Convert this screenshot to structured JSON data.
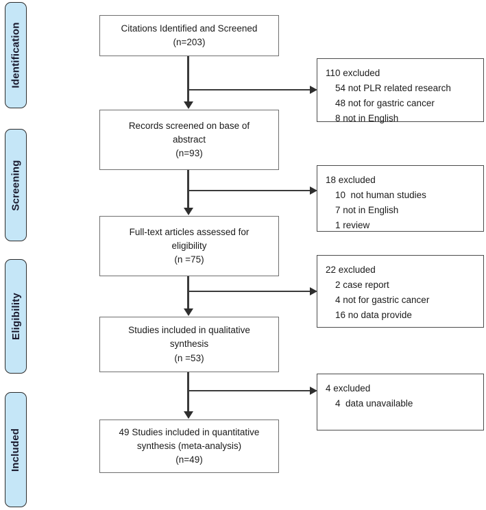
{
  "diagram": {
    "title": "PRISMA study selection flow diagram",
    "accent_blue": "#c5e6f7",
    "box_border": "#6e6e6e",
    "connector_color": "#3a3a3a"
  },
  "phases": [
    {
      "label": "Identification"
    },
    {
      "label": "Screening"
    },
    {
      "label": "Eligibility"
    },
    {
      "label": "Included"
    }
  ],
  "flow_boxes": [
    {
      "line1": "Citations Identified and Screened",
      "line2": "(n=203)",
      "line3": ""
    },
    {
      "line1": "Records screened on base of",
      "line2": "abstract",
      "line3": "(n=93)"
    },
    {
      "line1": "Full-text articles assessed for",
      "line2": "eligibility",
      "line3": "(n =75)"
    },
    {
      "line1": "Studies included in qualitative",
      "line2": "synthesis",
      "line3": "(n =53)"
    },
    {
      "line1": "49 Studies included in quantitative",
      "line2": "synthesis (meta-analysis)",
      "line3": "(n=49)"
    }
  ],
  "exclusion_boxes": [
    {
      "header": "110 excluded",
      "item1": "54 not PLR related research",
      "item2": "48 not for gastric cancer",
      "item3": "8 not in English"
    },
    {
      "header": "18 excluded",
      "item1": "10  not human studies",
      "item2": "7 not in English",
      "item3": "1 review"
    },
    {
      "header": "22 excluded",
      "item1": "2 case report",
      "item2": "4 not for gastric cancer",
      "item3": "16 no data provide"
    },
    {
      "header": "4 excluded",
      "item1": "4  data unavailable",
      "item2": "",
      "item3": ""
    }
  ]
}
